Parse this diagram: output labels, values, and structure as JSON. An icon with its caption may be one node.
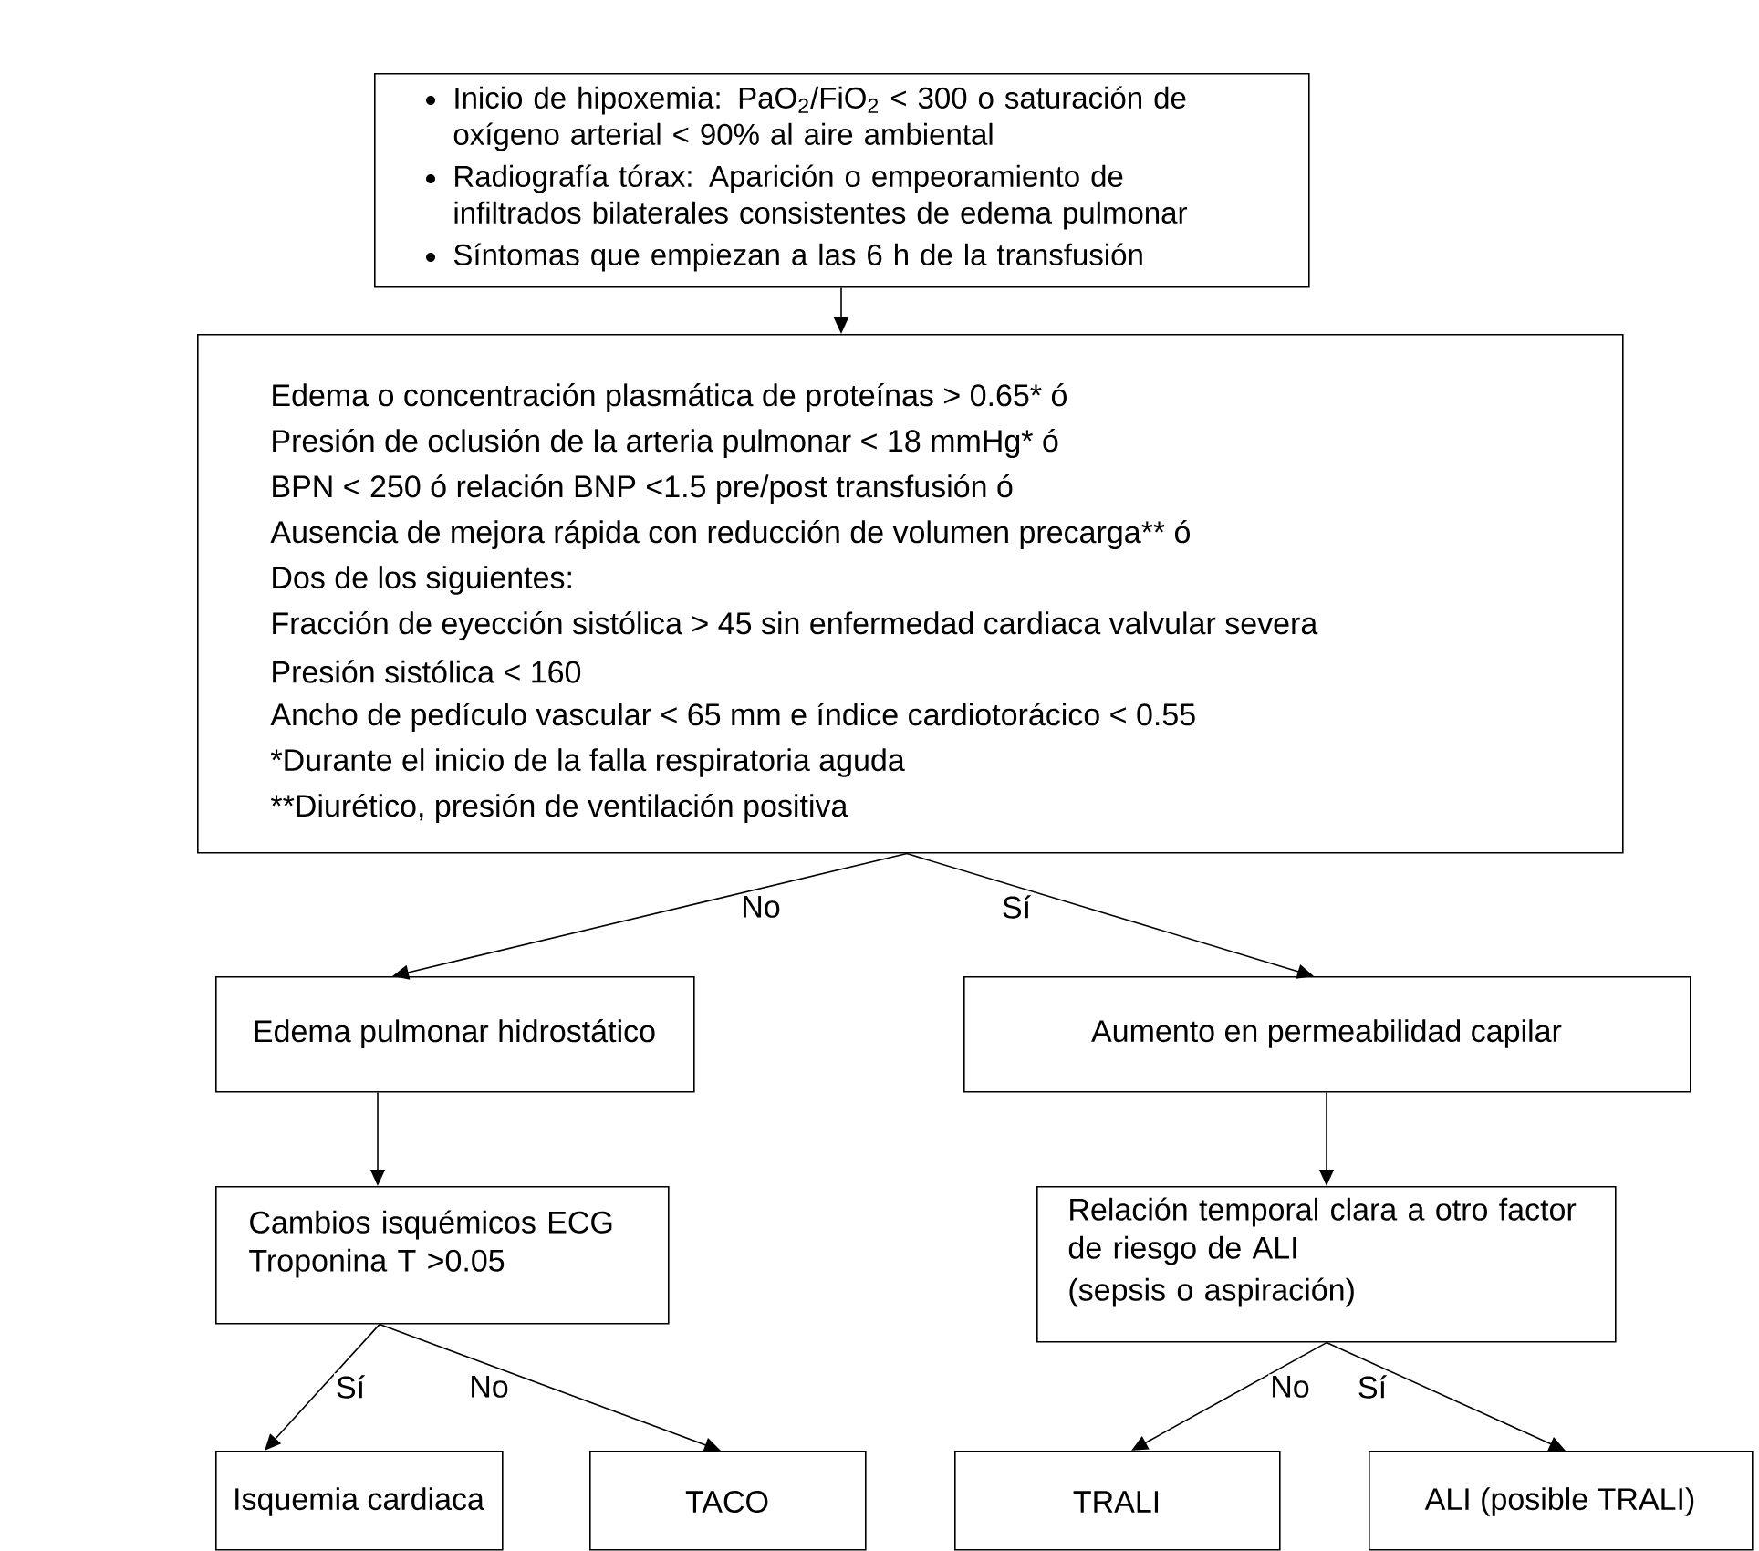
{
  "diagram": {
    "nodes": [
      {
        "text": [
          "Inicio de hipoxemia: PaO$_{2}$/FiO$_{2}$ < 300 o saturación de oxígeno arterial < 90% al aire ambiental",
          "Radiografía tórax: Aparición o empeoramiento de infiltrados bilaterales consistentes de edema pulmonar",
          "Síntomas que empiezan a las 6 h de la transfusión"
        ]
      },
      {
        "text": [
          "Edema o concentración plasmática de proteínas > 0.65*        ó",
          "Presión de oclusión de la arteria pulmonar < 18 mmHg*   ó",
          "BPN < 250 ó relación BNP <1.5 pre/post transfusión  ó",
          "Ausencia de mejora rápida con reducción de volumen precarga**  ó",
          "Dos de los siguientes:",
          "Fracción de eyección sistólica > 45 sin enfermedad cardiaca valvular severa",
          "Presión sistólica < 160",
          "Ancho de pedículo vascular < 65 mm e índice cardiotorácico < 0.55",
          "*Durante el inicio de la falla respiratoria aguda",
          "**Diurético, presión de ventilación positiva"
        ]
      },
      {
        "text": [
          "Edema pulmonar hidrostático"
        ]
      },
      {
        "text": [
          "Aumento en permeabilidad capilar"
        ]
      },
      {
        "text": [
          "Cambios isquémicos ECG Troponina T >0.05"
        ]
      },
      {
        "text": [
          "Relación temporal clara a otro factor de riesgo de ALI",
          "(sepsis o aspiración)"
        ]
      },
      {
        "text": [
          "Isquemia cardiaca"
        ]
      },
      {
        "text": [
          "TACO"
        ]
      },
      {
        "text": [
          "TRALI"
        ]
      },
      {
        "text": [
          "ALI (posible TRALI)"
        ]
      }
    ],
    "edges": [
      {
        "from": 0,
        "to": 1,
        "arrow": "to"
      },
      {
        "from": 1,
        "to": 2,
        "arrow": "to",
        "label": "No"
      },
      {
        "from": 1,
        "to": 3,
        "arrow": "to",
        "label": "Sí"
      },
      {
        "from": 2,
        "to": 4,
        "arrow": "to"
      },
      {
        "from": 3,
        "to": 5,
        "arrow": "to"
      },
      {
        "from": 4,
        "to": 6,
        "arrow": "to",
        "label": "Sí"
      },
      {
        "from": 4,
        "to": 7,
        "arrow": "to",
        "label": "No"
      },
      {
        "from": 5,
        "to": 8,
        "arrow": "to",
        "label": "No"
      },
      {
        "from": 5,
        "to": 9,
        "arrow": "to",
        "label": "Sí"
      }
    ]
  }
}
